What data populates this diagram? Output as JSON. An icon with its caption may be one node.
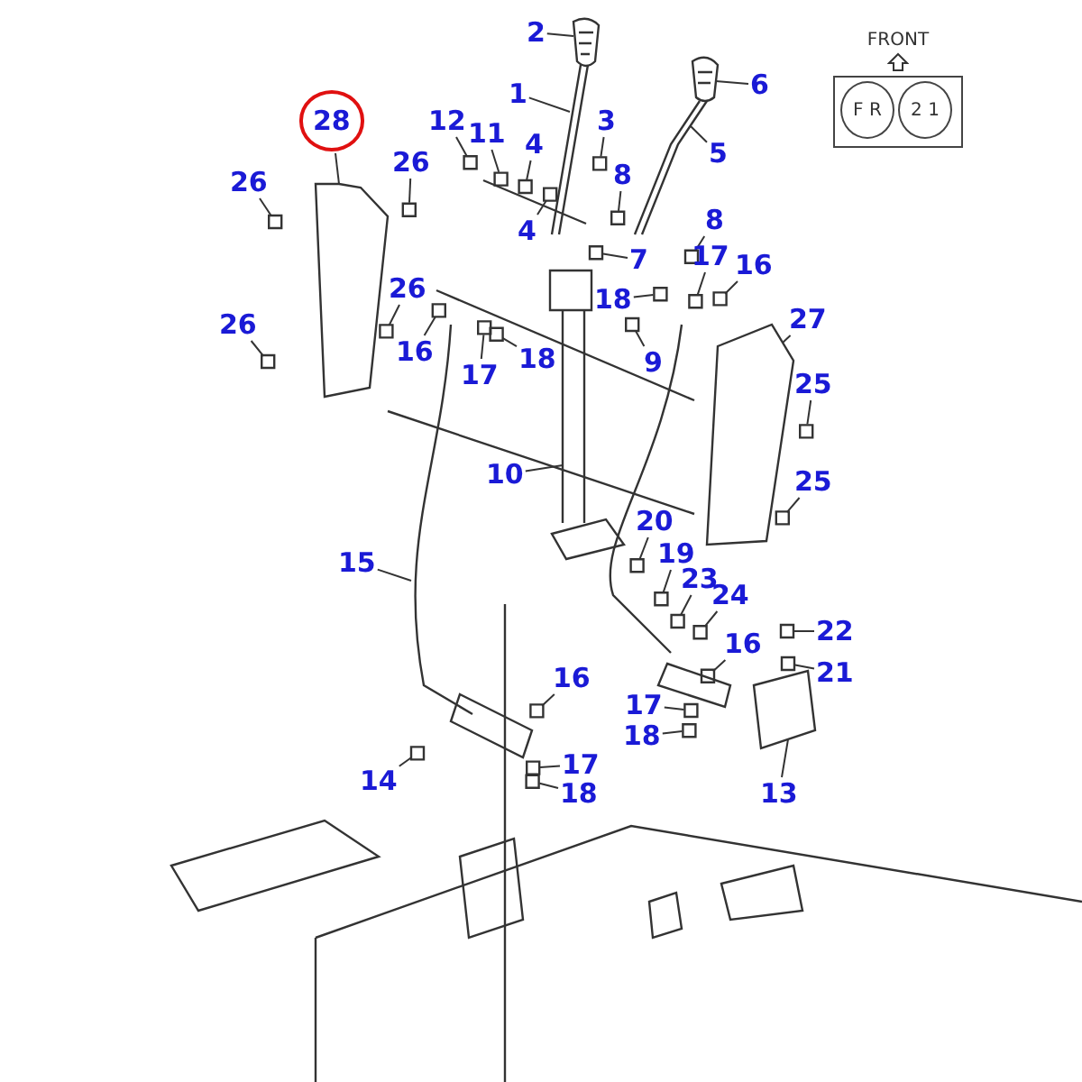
{
  "diagram": {
    "nodes": [
      {
        "text": [
          "2"
        ]
      },
      {
        "text": [
          "6"
        ]
      },
      {
        "text": [
          "1"
        ]
      },
      {
        "text": [
          "28"
        ]
      },
      {
        "text": [
          "12"
        ]
      },
      {
        "text": [
          "3"
        ]
      },
      {
        "text": [
          "11"
        ]
      },
      {
        "text": [
          "4"
        ]
      },
      {
        "text": [
          "5"
        ]
      },
      {
        "text": [
          "26"
        ]
      },
      {
        "text": [
          "8"
        ]
      },
      {
        "text": [
          "26"
        ]
      },
      {
        "text": [
          "8"
        ]
      },
      {
        "text": [
          "4"
        ]
      },
      {
        "text": [
          "17"
        ]
      },
      {
        "text": [
          "7"
        ]
      },
      {
        "text": [
          "16"
        ]
      },
      {
        "text": [
          "26"
        ]
      },
      {
        "text": [
          "18"
        ]
      },
      {
        "text": [
          "27"
        ]
      },
      {
        "text": [
          "26"
        ]
      },
      {
        "text": [
          "16"
        ]
      },
      {
        "text": [
          "18"
        ]
      },
      {
        "text": [
          "9"
        ]
      },
      {
        "text": [
          "17"
        ]
      },
      {
        "text": [
          "25"
        ]
      },
      {
        "text": [
          "10"
        ]
      },
      {
        "text": [
          "25"
        ]
      },
      {
        "text": [
          "20"
        ]
      },
      {
        "text": [
          "19"
        ]
      },
      {
        "text": [
          "15"
        ]
      },
      {
        "text": [
          "23"
        ]
      },
      {
        "text": [
          "24"
        ]
      },
      {
        "text": [
          "22"
        ]
      },
      {
        "text": [
          "16"
        ]
      },
      {
        "text": [
          "21"
        ]
      },
      {
        "text": [
          "16"
        ]
      },
      {
        "text": [
          "17"
        ]
      },
      {
        "text": [
          "18"
        ]
      },
      {
        "text": [
          "17"
        ]
      },
      {
        "text": [
          "14"
        ]
      },
      {
        "text": [
          "13"
        ]
      },
      {
        "text": [
          "18"
        ]
      },
      {
        "text": [],
        "shape": "box"
      },
      {
        "text": [
          "F R"
        ],
        "in": 43
      },
      {
        "text": [
          "2 1"
        ],
        "in": 43
      },
      {
        "text": [],
        "shape": "picture"
      },
      {
        "text": [],
        "shape": "picture"
      },
      {
        "text": [],
        "shape": "picture"
      },
      {
        "text": [],
        "shape": "picture"
      },
      {
        "text": [],
        "shape": "box"
      },
      {
        "text": [],
        "shape": "box"
      },
      {
        "text": [],
        "shape": "box"
      },
      {
        "text": [],
        "shape": "box"
      },
      {
        "text": [],
        "shape": "picture"
      },
      {
        "text": [],
        "shape": "box"
      },
      {
        "text": [],
        "shape": "box"
      },
      {
        "text": [],
        "shape": "box"
      },
      {
        "text": [],
        "shape": "box"
      },
      {
        "text": [],
        "shape": "box"
      },
      {
        "text": [],
        "shape": "box"
      },
      {
        "text": [],
        "shape": "box"
      },
      {
        "text": [],
        "shape": "box"
      },
      {
        "text": [],
        "shape": "box"
      },
      {
        "text": [],
        "shape": "box"
      },
      {
        "text": [],
        "shape": "picture"
      },
      {
        "text": [],
        "shape": "box"
      },
      {
        "text": [],
        "shape": "box"
      },
      {
        "text": [],
        "shape": "box"
      },
      {
        "text": [],
        "shape": "box"
      },
      {
        "text": [],
        "shape": "box"
      },
      {
        "text": [],
        "shape": "box"
      },
      {
        "text": [],
        "shape": "picture"
      },
      {
        "text": [],
        "shape": "box"
      },
      {
        "text": [],
        "shape": "box"
      },
      {
        "text": [],
        "shape": "box"
      },
      {
        "text": [],
        "shape": "picture"
      },
      {
        "text": [],
        "shape": "box"
      },
      {
        "text": [],
        "shape": "box"
      },
      {
        "text": [],
        "shape": "box"
      },
      {
        "text": [],
        "shape": "box"
      },
      {
        "text": [],
        "shape": "box"
      },
      {
        "text": [],
        "shape": "box"
      },
      {
        "text": [],
        "shape": "box"
      },
      {
        "text": [],
        "shape": "box"
      },
      {
        "text": [],
        "shape": "box"
      },
      {
        "text": [],
        "shape": "box"
      },
      {
        "text": [],
        "shape": "picture"
      },
      {
        "text": [],
        "shape": "box"
      }
    ],
    "edges": [
      {
        "from": 0,
        "to": 46,
        "arrow": "none"
      },
      {
        "from": 1,
        "to": 47,
        "arrow": "none"
      },
      {
        "from": 2,
        "to": 48,
        "arrow": "none"
      },
      {
        "from": 3,
        "to": 49,
        "arrow": "none"
      },
      {
        "from": 4,
        "to": 50,
        "arrow": "none"
      },
      {
        "from": 5,
        "to": 51,
        "arrow": "none"
      },
      {
        "from": 6,
        "to": 52,
        "arrow": "none"
      },
      {
        "from": 7,
        "to": 53,
        "arrow": "none"
      },
      {
        "from": 8,
        "to": 54,
        "arrow": "none"
      },
      {
        "from": 9,
        "to": 55,
        "arrow": "none"
      },
      {
        "from": 10,
        "to": 56,
        "arrow": "none"
      },
      {
        "from": 11,
        "to": 57,
        "arrow": "none"
      },
      {
        "from": 12,
        "to": 58,
        "arrow": "none"
      },
      {
        "from": 13,
        "to": 59,
        "arrow": "none"
      },
      {
        "from": 14,
        "to": 60,
        "arrow": "none"
      },
      {
        "from": 15,
        "to": 61,
        "arrow": "none"
      },
      {
        "from": 16,
        "to": 62,
        "arrow": "none"
      },
      {
        "from": 17,
        "to": 63,
        "arrow": "none"
      },
      {
        "from": 18,
        "to": 64,
        "arrow": "none"
      },
      {
        "from": 19,
        "to": 65,
        "arrow": "none"
      },
      {
        "from": 20,
        "to": 66,
        "arrow": "none"
      },
      {
        "from": 21,
        "to": 67,
        "arrow": "none"
      },
      {
        "from": 22,
        "to": 68,
        "arrow": "none"
      },
      {
        "from": 23,
        "to": 69,
        "arrow": "none"
      },
      {
        "from": 24,
        "to": 70,
        "arrow": "none"
      },
      {
        "from": 25,
        "to": 71,
        "arrow": "none"
      },
      {
        "from": 26,
        "to": 72,
        "arrow": "none"
      },
      {
        "from": 27,
        "to": 73,
        "arrow": "none"
      },
      {
        "from": 28,
        "to": 74,
        "arrow": "none"
      },
      {
        "from": 29,
        "to": 75,
        "arrow": "none"
      },
      {
        "from": 30,
        "to": 76,
        "arrow": "none"
      },
      {
        "from": 31,
        "to": 77,
        "arrow": "none"
      },
      {
        "from": 32,
        "to": 78,
        "arrow": "none"
      },
      {
        "from": 33,
        "to": 79,
        "arrow": "none"
      },
      {
        "from": 34,
        "to": 80,
        "arrow": "none"
      },
      {
        "from": 35,
        "to": 81,
        "arrow": "none"
      },
      {
        "from": 36,
        "to": 82,
        "arrow": "none"
      },
      {
        "from": 37,
        "to": 83,
        "arrow": "none"
      },
      {
        "from": 38,
        "to": 84,
        "arrow": "none"
      },
      {
        "from": 39,
        "to": 85,
        "arrow": "none"
      },
      {
        "from": 40,
        "to": 86,
        "arrow": "none"
      },
      {
        "from": 41,
        "to": 87,
        "arrow": "none"
      },
      {
        "from": 42,
        "to": 88,
        "arrow": "none"
      }
    ],
    "labels": [
      "FRONT"
    ]
  }
}
